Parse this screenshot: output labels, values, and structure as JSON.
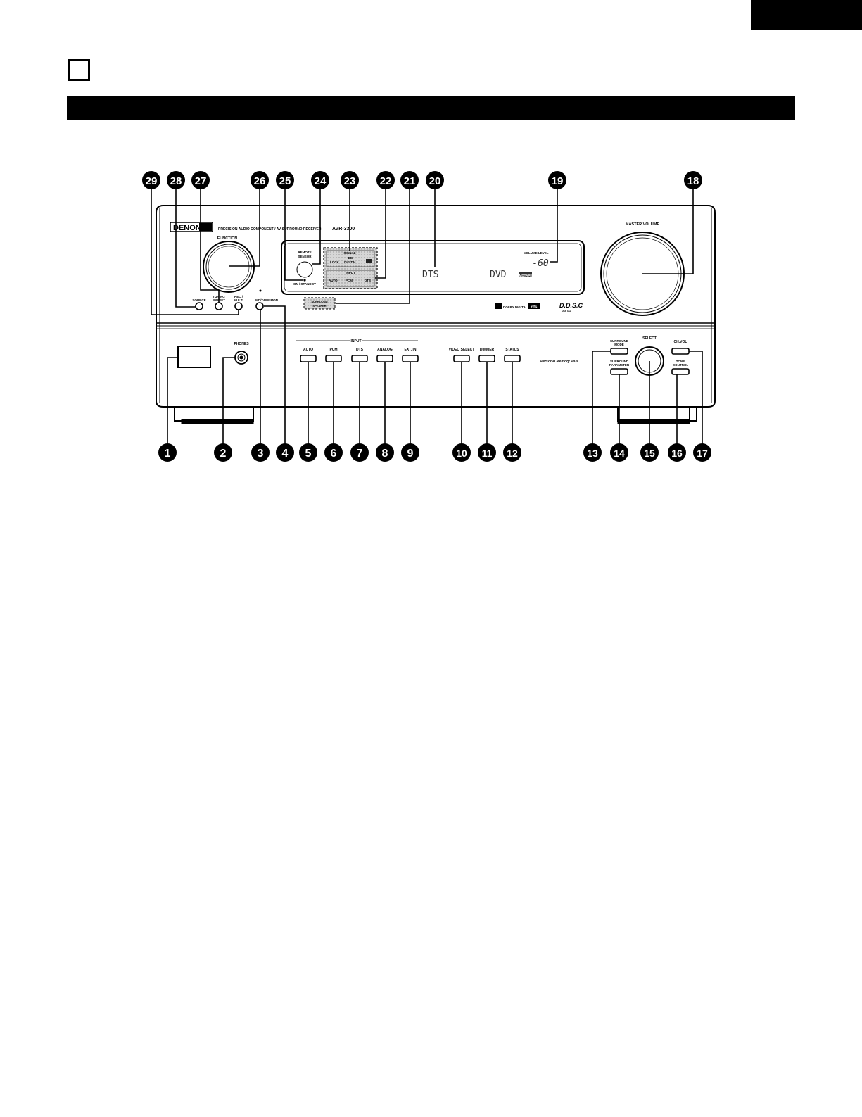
{
  "page": {
    "lang_tab": "",
    "section_letter": "",
    "title": ""
  },
  "brand": {
    "logo": "DENON",
    "product_line": "PRECISION AUDIO COMPONENT / AV SURROUND RECEIVER",
    "model": "AVR-3300"
  },
  "labels": {
    "function": "FUNCTION",
    "master_volume": "MASTER VOLUME",
    "volume_level": "VOLUME LEVEL",
    "remote_sensor": [
      "REMOTE",
      "SENSOR"
    ],
    "on_standby": "ON / STANDBY",
    "signal": "SIGNAL",
    "dd": "DD",
    "digital": "DIGITAL",
    "lock": "LOCK",
    "input": "INPUT",
    "in_auto": "AUTO",
    "in_pcm": "PCM",
    "in_dts": "DTS",
    "surround_speaker": [
      "SURROUND",
      "SPEAKER"
    ],
    "source": "SOURCE",
    "tuning_preset": [
      "TUNING",
      "PRESET"
    ],
    "rec_multi": [
      "REC /",
      "MULTI"
    ],
    "md_tape_mon": "MD/TAPE MON",
    "phones": "PHONES",
    "input_group": "INPUT",
    "auto": "AUTO",
    "pcm": "PCM",
    "dts": "DTS",
    "analog": "ANALOG",
    "ext_in": "EXT. IN",
    "video_select": "VIDEO SELECT",
    "dimmer": "DIMMER",
    "status": "STATUS",
    "personal_memory": "Personal Memory Plus",
    "surround_mode": [
      "SURROUND",
      "MODE"
    ],
    "surround_parameter": [
      "SURROUND",
      "PARAMETER"
    ],
    "select": "SELECT",
    "ch_vol": "CH.VOL",
    "tone_control": [
      "TONE",
      "CONTROL"
    ],
    "dolby_digital": "DOLBY DIGITAL",
    "dts_logo": "dts",
    "ddsc": "D.D.S.C",
    "ddsc_sub": "DIGITAL"
  },
  "display": {
    "volume_value": "-60",
    "mode": "DTS",
    "source": "DVD",
    "indicator": "MDTAPE"
  },
  "callouts_top": [
    "29",
    "28",
    "27",
    "26",
    "25",
    "24",
    "23",
    "22",
    "21",
    "20",
    "19",
    "18"
  ],
  "callouts_bottom": [
    "1",
    "2",
    "3",
    "4",
    "5",
    "6",
    "7",
    "8",
    "9",
    "10",
    "11",
    "12",
    "13",
    "14",
    "15",
    "16",
    "17"
  ],
  "colors": {
    "ink": "#000000",
    "paper": "#ffffff",
    "panel_gray": "#cfcfcf"
  }
}
